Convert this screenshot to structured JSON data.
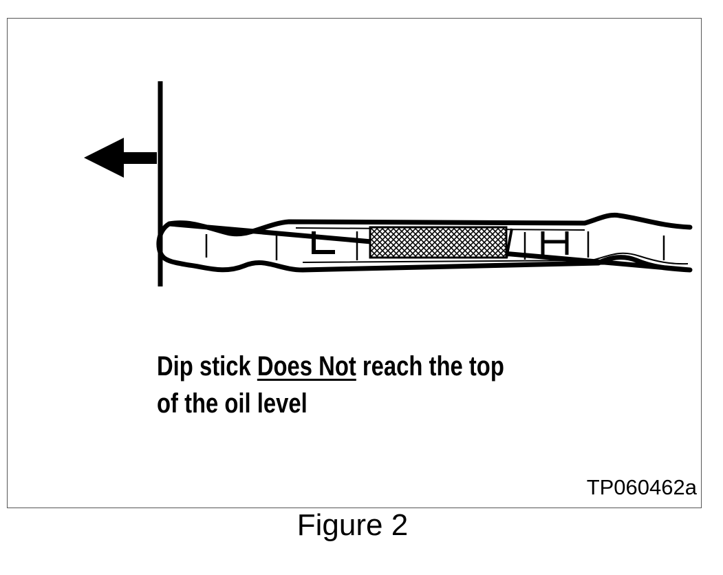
{
  "diagram": {
    "dipstick_markings": {
      "low_label": "L",
      "high_label": "H"
    },
    "caption": {
      "part1": "Dip stick ",
      "emphasis": "Does Not",
      "part2": " reach the top",
      "line2": "of the oil level"
    },
    "reference_code": "TP060462a"
  },
  "figure_label": "Figure 2"
}
